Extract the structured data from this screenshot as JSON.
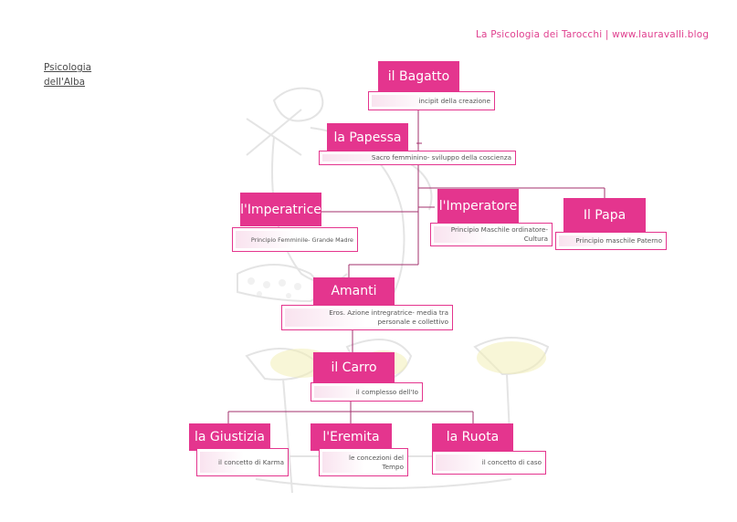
{
  "header": {
    "text": "La Psicologia dei Tarocchi | www.lauravalli.blog"
  },
  "side_link": {
    "line1": "Psicologia",
    "line2": "dell'Alba"
  },
  "colors": {
    "accent": "#e4358e",
    "header_text": "#e0408f",
    "connector": "#a3306e"
  },
  "nodes": {
    "bagatto": {
      "title": "il Bagatto",
      "desc": [
        "incipit della creazione"
      ]
    },
    "papessa": {
      "title": "la Papessa",
      "desc": [
        "Sacro femminino- sviluppo della coscienza"
      ]
    },
    "imperatrice": {
      "title": "l'Imperatrice",
      "desc": [
        "Principio Femminile- Grande Madre"
      ]
    },
    "imperatore": {
      "title": "l'Imperatore",
      "desc": [
        "Principio Maschile ordinatore-",
        "Cultura"
      ]
    },
    "papa": {
      "title": "Il Papa",
      "desc": [
        "Principio maschile Paterno"
      ]
    },
    "amanti": {
      "title": "Amanti",
      "desc": [
        "Eros. Azione intregratrice- media tra",
        "personale e collettivo"
      ]
    },
    "carro": {
      "title": "il Carro",
      "desc": [
        "il complesso dell'Io"
      ]
    },
    "giustizia": {
      "title": "la Giustizia",
      "desc": [
        "il concetto di Karma"
      ]
    },
    "eremita": {
      "title": "l'Eremita",
      "desc": [
        "le concezioni del",
        "Tempo"
      ]
    },
    "ruota": {
      "title": "la Ruota",
      "desc": [
        "il concetto di caso"
      ]
    }
  }
}
